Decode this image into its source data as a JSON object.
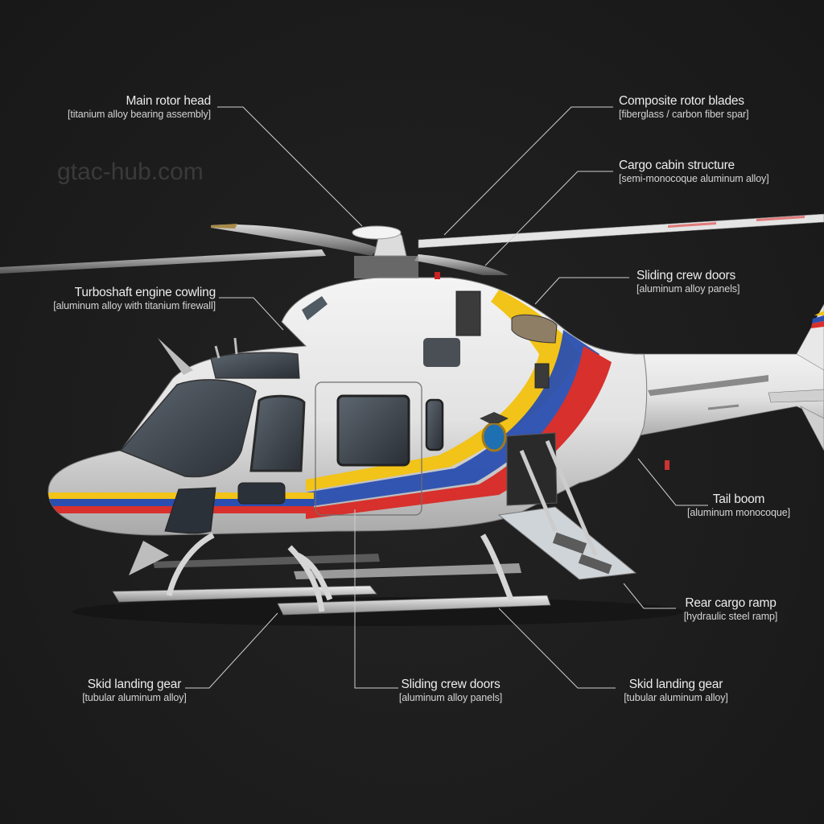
{
  "watermark": "gtac-hub.com",
  "diagram": {
    "subject": "Utility helicopter with Ecuador-flag livery (yellow/blue/red stripes)",
    "colors": {
      "background": "#1c1c1c",
      "fuselage": "#e6e6e6",
      "stripe_yellow": "#f2c318",
      "stripe_blue": "#2a4fb0",
      "stripe_red": "#d8302c",
      "leader_line": "#cfcfcf",
      "label_text": "#ececec"
    }
  },
  "callouts": [
    {
      "id": "main-rotor-head",
      "title": "Main rotor head",
      "material": "[titanium alloy bearing assembly]"
    },
    {
      "id": "composite-rotor-blades",
      "title": "Composite rotor blades",
      "material": "[fiberglass / carbon fiber spar]"
    },
    {
      "id": "cargo-cabin-structure",
      "title": "Cargo cabin structure",
      "material": "[semi-monocoque aluminum alloy]"
    },
    {
      "id": "turboshaft-engine-cowling",
      "title": "Turboshaft engine cowling",
      "material": "[aluminum alloy with titanium firewall]"
    },
    {
      "id": "sliding-crew-doors-upper",
      "title": "Sliding crew doors",
      "material": "[aluminum alloy panels]"
    },
    {
      "id": "tail-boom",
      "title": "Tail boom",
      "material": "[aluminum monocoque]"
    },
    {
      "id": "rear-cargo-ramp",
      "title": "Rear cargo ramp",
      "material": "[hydraulic steel ramp]"
    },
    {
      "id": "skid-landing-gear-left",
      "title": "Skid landing gear",
      "material": "[tubular aluminum alloy]"
    },
    {
      "id": "sliding-crew-doors-lower",
      "title": "Sliding crew doors",
      "material": "[aluminum alloy panels]"
    },
    {
      "id": "skid-landing-gear-right",
      "title": "Skid landing gear",
      "material": "[tubular aluminum alloy]"
    }
  ]
}
